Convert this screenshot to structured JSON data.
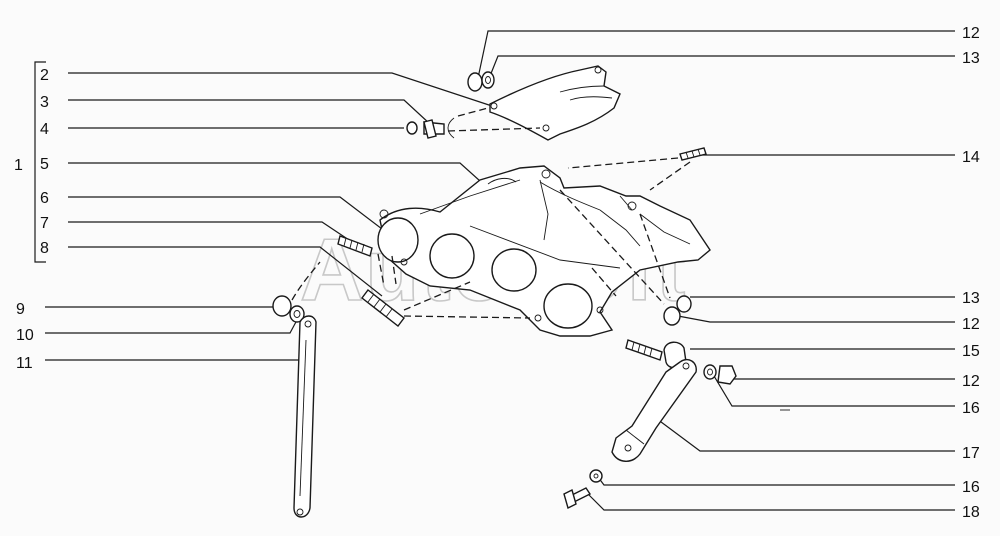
{
  "watermark": "AutoSoft",
  "group_label": "1",
  "callouts_left": [
    {
      "id": "c2",
      "text": "2"
    },
    {
      "id": "c3",
      "text": "3"
    },
    {
      "id": "c4",
      "text": "4"
    },
    {
      "id": "c5",
      "text": "5"
    },
    {
      "id": "c6",
      "text": "6"
    },
    {
      "id": "c7",
      "text": "7"
    },
    {
      "id": "c8",
      "text": "8"
    },
    {
      "id": "c9",
      "text": "9"
    },
    {
      "id": "c10",
      "text": "10"
    },
    {
      "id": "c11",
      "text": "11"
    }
  ],
  "callouts_right": [
    {
      "id": "r12a",
      "text": "12"
    },
    {
      "id": "r13a",
      "text": "13"
    },
    {
      "id": "r14",
      "text": "14"
    },
    {
      "id": "r13b",
      "text": "13"
    },
    {
      "id": "r12b",
      "text": "12"
    },
    {
      "id": "r15",
      "text": "15"
    },
    {
      "id": "r12c",
      "text": "12"
    },
    {
      "id": "r16a",
      "text": "16"
    },
    {
      "id": "r17",
      "text": "17"
    },
    {
      "id": "r16b",
      "text": "16"
    },
    {
      "id": "r18",
      "text": "18"
    }
  ]
}
